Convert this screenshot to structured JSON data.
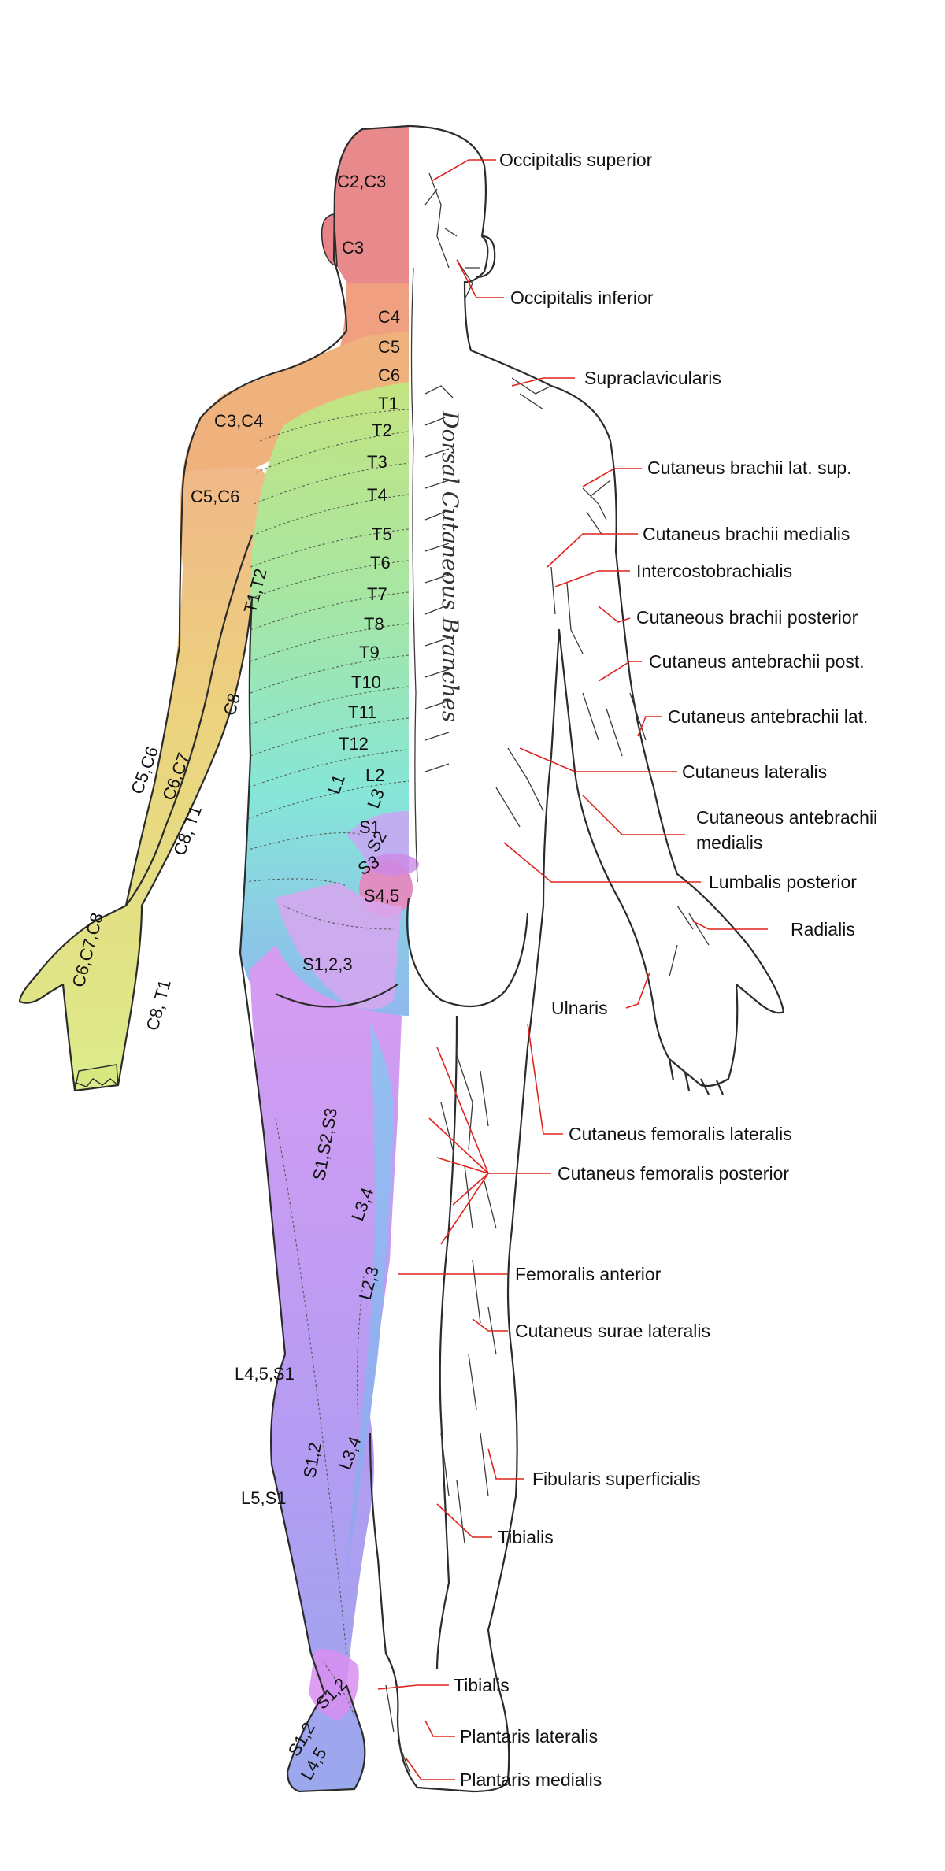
{
  "vertical_text": "Dorsal Cutaneous Branches",
  "segments": [
    "C2,C3",
    "C3",
    "C4",
    "C5",
    "C6",
    "C3,C4",
    "T1",
    "T2",
    "C5,C6",
    "T3",
    "T4",
    "T5",
    "T6",
    "T7",
    "T1,T2",
    "T8",
    "T9",
    "C8",
    "T10",
    "T11",
    "T12",
    "L2",
    "L1",
    "C5,C6",
    "C6,C7",
    "L3",
    "S1",
    "C8, T1",
    "S2",
    "S3",
    "S4,5",
    "C6,C7,C8",
    "S1,2,3",
    "C8, T1",
    "S1,S2,S3",
    "L3,4",
    "L2,3",
    "L4,5,S1",
    "S1,2",
    "L3,4",
    "L5,S1",
    "S1,2",
    "S1,2",
    "L4,5"
  ],
  "nerves": [
    "Occipitalis superior",
    "Occipitalis inferior",
    "Supraclavicularis",
    "Cutaneus brachii lat. sup.",
    "Cutaneus brachii medialis",
    "Intercostobrachialis",
    "Cutaneous brachii posterior",
    "Cutaneus antebrachii post.",
    "Cutaneus antebrachii lat.",
    "Cutaneus lateralis",
    "Cutaneous antebrachii",
    "medialis",
    "Lumbalis posterior",
    "Radialis",
    "Ulnaris",
    "Cutaneus femoralis lateralis",
    "Cutaneus femoralis posterior",
    "Femoralis anterior",
    "Cutaneus surae lateralis",
    "Fibularis superficialis",
    "Tibialis",
    "Tibialis",
    "Plantaris lateralis",
    "Plantaris medialis"
  ],
  "colors": {
    "cervical_red": "#e88a8c",
    "cervical_orange": "#f0b27c",
    "arm_yellow": "#ecd27e",
    "thoracic_green": "#b8e08c",
    "thoracic_cyan": "#8ee6d6",
    "lumbar_blue": "#8fb4ea",
    "sacral_violet": "#c89cf0",
    "sacral_magenta": "#e08ee6",
    "leader_red": "#e0231c"
  }
}
